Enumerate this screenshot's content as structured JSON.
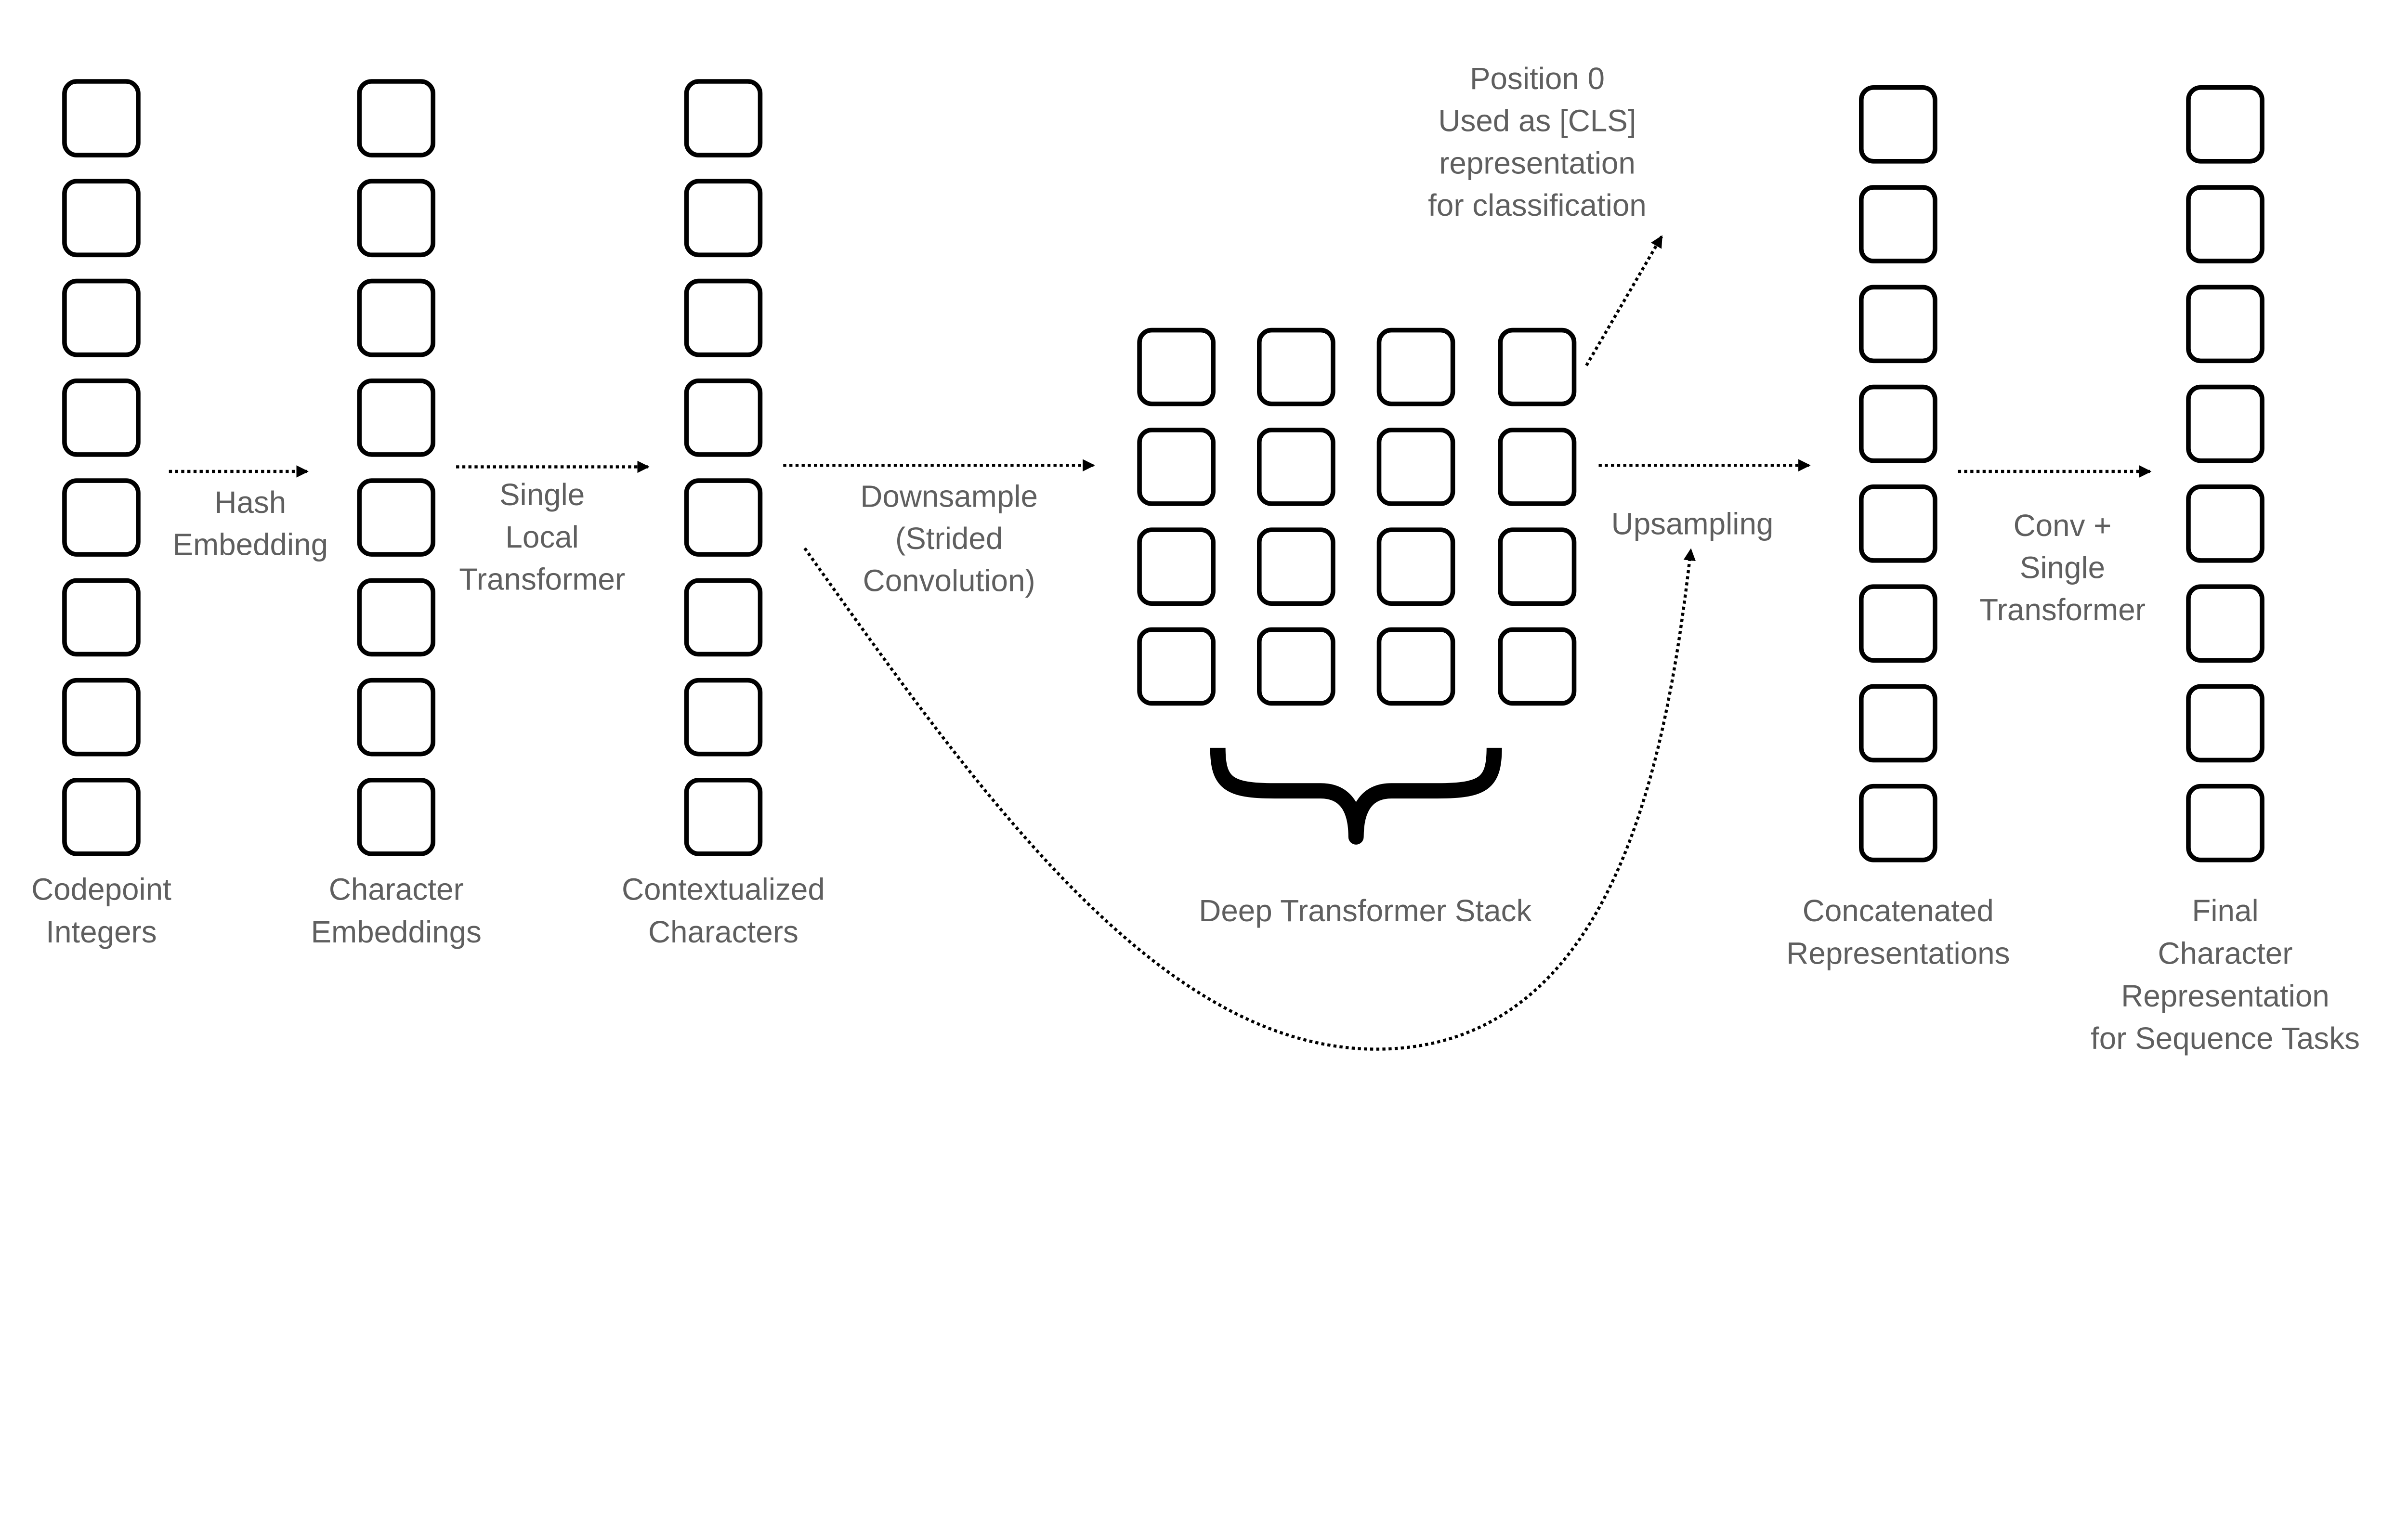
{
  "stages": [
    {
      "id": "codepoint",
      "label": [
        "Codepoint",
        "Integers"
      ],
      "cells": 8
    },
    {
      "id": "char-emb",
      "label": [
        "Character",
        "Embeddings"
      ],
      "cells": 8
    },
    {
      "id": "contextualized",
      "label": [
        "Contextualized",
        "Characters"
      ],
      "cells": 8
    },
    {
      "id": "deep-stack",
      "label": [
        "Deep Transformer Stack"
      ],
      "grid": [
        4,
        4
      ]
    },
    {
      "id": "concatenated",
      "label": [
        "Concatenated",
        "Representations"
      ],
      "cells": 8
    },
    {
      "id": "final",
      "label": [
        "Final",
        "Character",
        "Representation",
        "for Sequence Tasks"
      ],
      "cells": 8
    }
  ],
  "transitions": [
    {
      "label": [
        "Hash",
        "Embedding"
      ]
    },
    {
      "label": [
        "Single",
        "Local",
        "Transformer"
      ]
    },
    {
      "label": [
        "Downsample",
        "(Strided",
        "Convolution)"
      ]
    },
    {
      "label": [
        "Upsampling"
      ]
    },
    {
      "label": [
        "Conv +",
        "Single",
        "Transformer"
      ]
    }
  ],
  "cls_note": [
    "Position 0",
    "Used as [CLS]",
    "representation",
    "for classification"
  ],
  "colors": {
    "text": "#5f5f5f",
    "stroke": "#000000",
    "background": "#ffffff"
  }
}
